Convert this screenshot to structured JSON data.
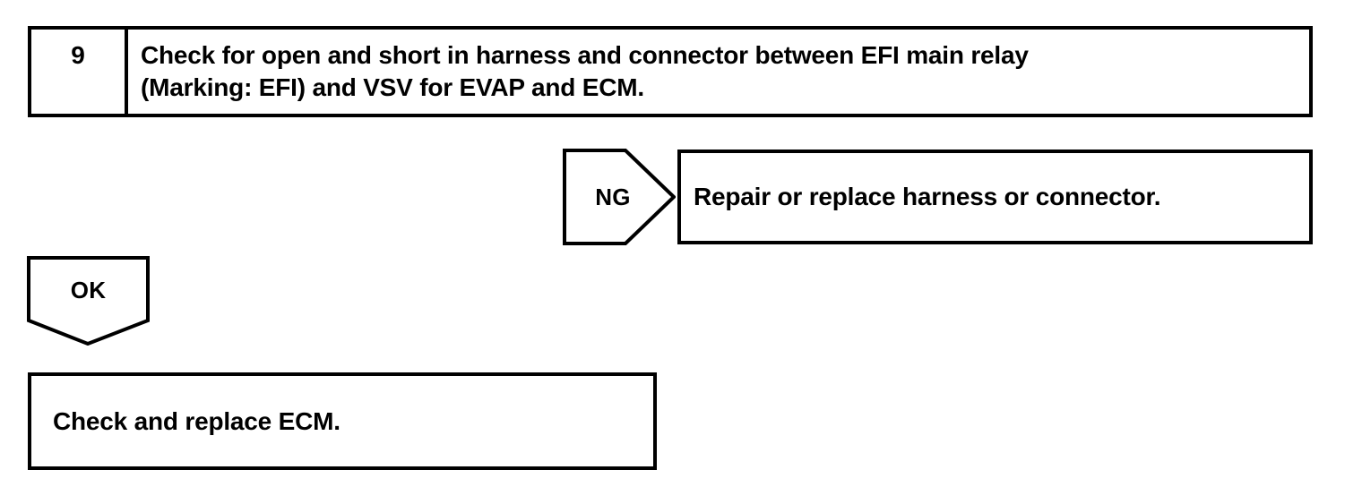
{
  "colors": {
    "ink": "#000000",
    "paper": "#ffffff"
  },
  "flowchart": {
    "step": {
      "number": "9",
      "instruction_line_1": "Check for open and short in harness and connector between EFI main relay",
      "instruction_line_2": "(Marking: EFI) and VSV for EVAP and ECM."
    },
    "branches": [
      {
        "tag": "NG",
        "direction": "right",
        "result": "Repair or replace harness or connector."
      },
      {
        "tag": "OK",
        "direction": "down",
        "result": "Check and replace ECM."
      }
    ],
    "ng_tag_label": "NG",
    "ng_result_text": "Repair or replace harness or connector.",
    "ok_tag_label": "OK",
    "ok_result_text": "Check and replace ECM."
  }
}
